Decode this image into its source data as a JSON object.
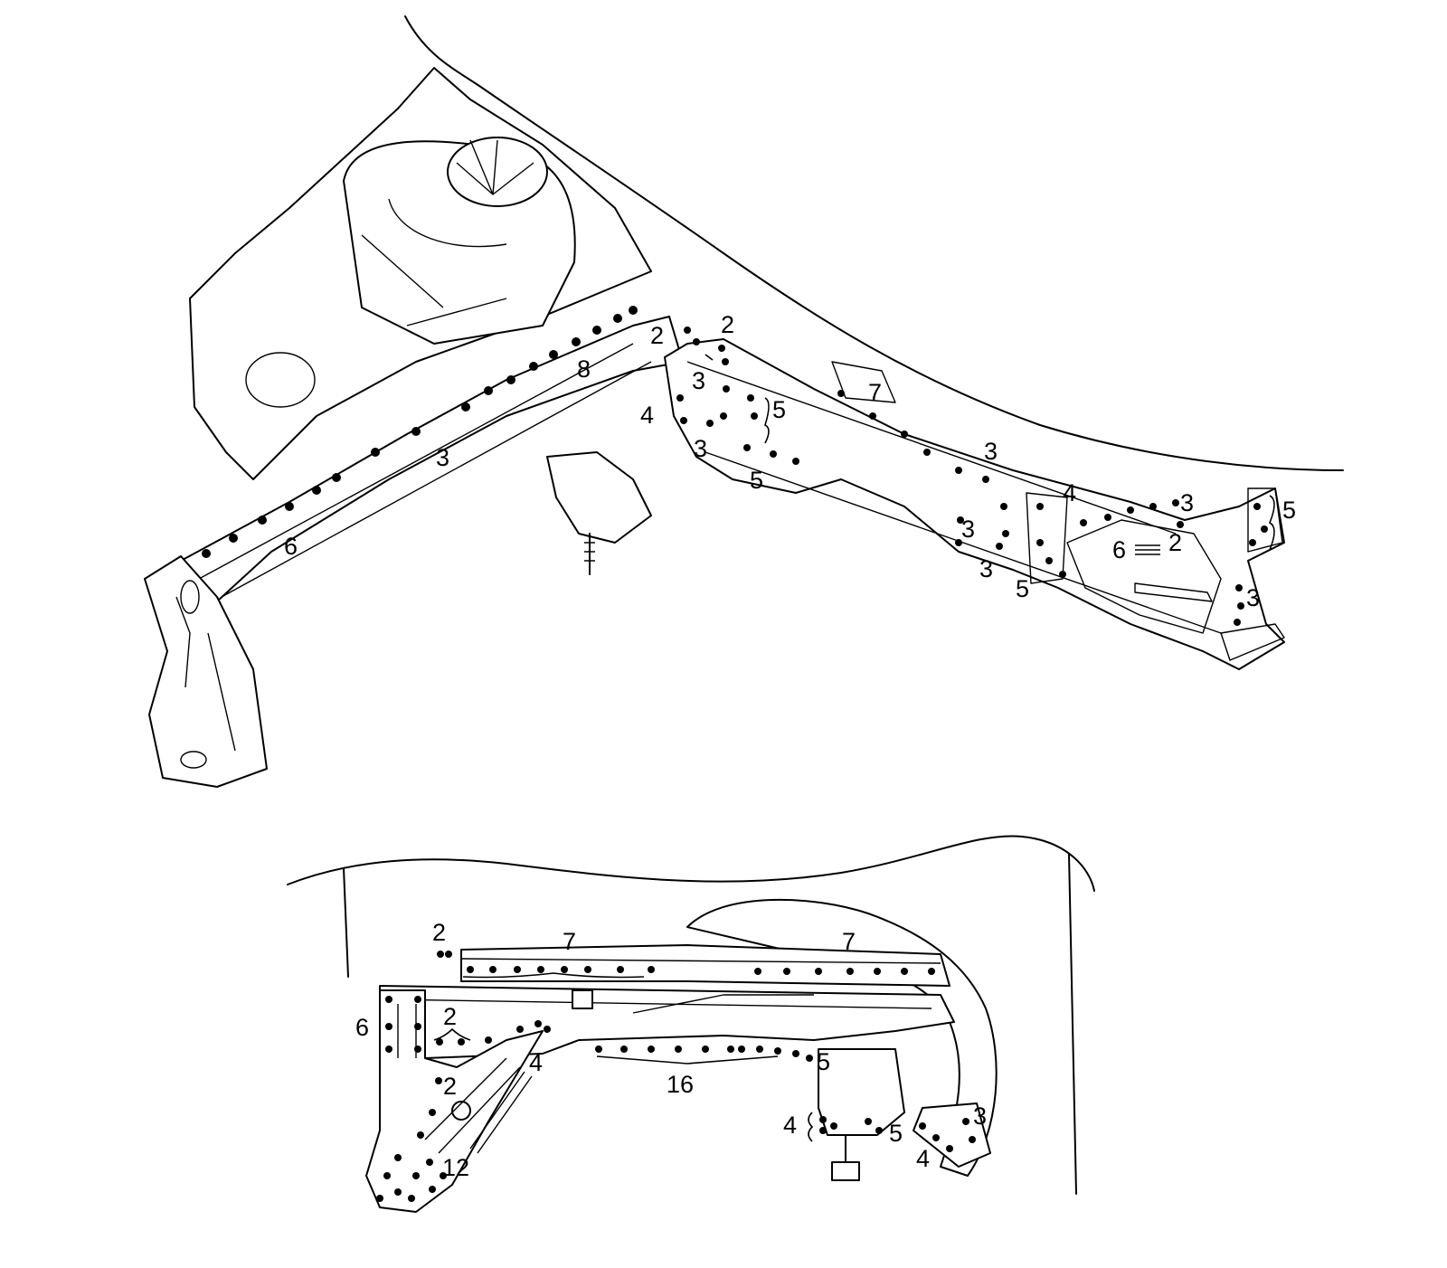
{
  "upper_view": {
    "callouts": [
      "2",
      "2",
      "8",
      "3",
      "7",
      "3",
      "4",
      "5",
      "3",
      "5",
      "3",
      "3",
      "4",
      "3",
      "5",
      "3",
      "6",
      "2",
      "5",
      "3",
      "3",
      "6"
    ]
  },
  "lower_view": {
    "callouts": [
      "2",
      "7",
      "7",
      "6",
      "2",
      "4",
      "2",
      "16",
      "5",
      "4",
      "5",
      "3",
      "4",
      "12"
    ]
  }
}
